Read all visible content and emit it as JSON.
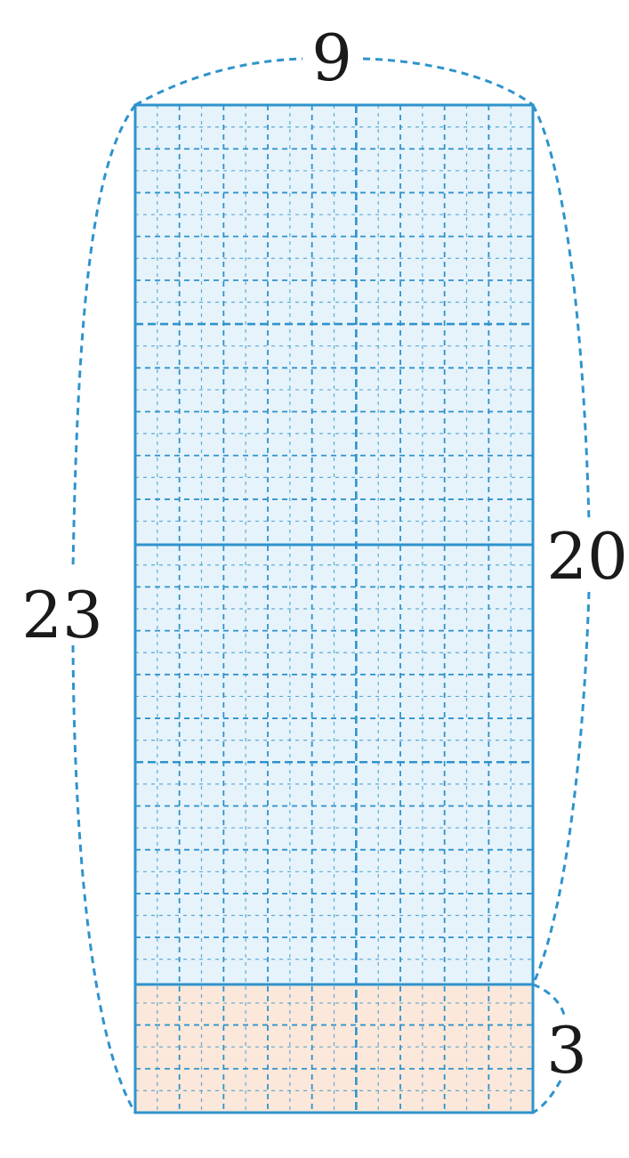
{
  "diagram": {
    "grid": {
      "columns": 9,
      "rows_total": 23,
      "rows_upper": 20,
      "rows_lower": 3,
      "colors": {
        "upper_fill": "#e6f3fb",
        "lower_fill": "#fbe8da",
        "line": "#2f93cc"
      }
    },
    "labels": {
      "top_width": "9",
      "left_total": "23",
      "right_upper": "20",
      "right_lower": "3"
    }
  }
}
